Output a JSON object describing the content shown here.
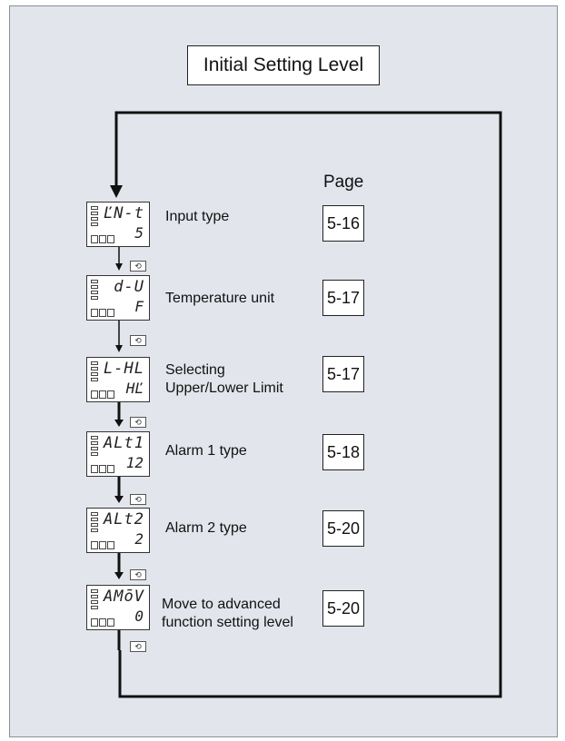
{
  "title": "Initial Setting Level",
  "page_heading": "Page",
  "mode_key_icon": "mode-key-icon",
  "items": [
    {
      "display_top": "ĽN-t",
      "display_bottom": "5",
      "label": "Input type",
      "page": "5-16"
    },
    {
      "display_top": "d-U",
      "display_bottom": "F",
      "label": "Temperature unit",
      "page": "5-17"
    },
    {
      "display_top": "L-HL",
      "display_bottom": "HĽ",
      "label": "Selecting\nUpper/Lower Limit",
      "page": "5-17"
    },
    {
      "display_top": "ALt1",
      "display_bottom": "12",
      "label": "Alarm 1 type",
      "page": "5-18"
    },
    {
      "display_top": "ALt2",
      "display_bottom": "2",
      "label": "Alarm 2 type",
      "page": "5-20"
    },
    {
      "display_top": "AMōV",
      "display_bottom": "0",
      "label": "Move to advanced\nfunction setting level",
      "page": "5-20"
    }
  ]
}
